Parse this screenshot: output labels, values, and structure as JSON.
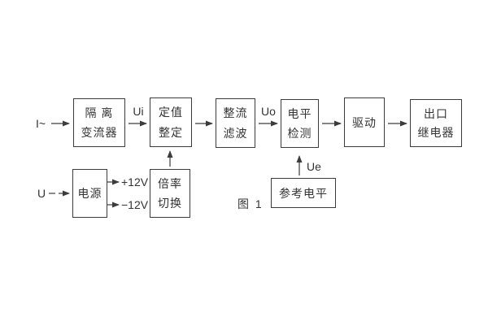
{
  "figure": {
    "caption": "图 1"
  },
  "inputs": {
    "current": "I~",
    "voltage": "U"
  },
  "signals": {
    "ui": "Ui",
    "uo": "Uo",
    "ue": "Ue",
    "plus12v": "+12V",
    "minus12v": "−12V"
  },
  "blocks": {
    "isolation_transformer": {
      "line1": "隔 离",
      "line2": "变流器"
    },
    "value_setting": {
      "line1": "定值",
      "line2": "整定"
    },
    "rectify_filter": {
      "line1": "整流",
      "line2": "滤波"
    },
    "level_detection": {
      "line1": "电平",
      "line2": "检测"
    },
    "drive": {
      "label": "驱动"
    },
    "output_relay": {
      "line1": "出口",
      "line2": "继电器"
    },
    "power_supply": {
      "label": "电源"
    },
    "ratio_switch": {
      "line1": "倍率",
      "line2": "切换"
    },
    "reference_level": {
      "label": "参考电平"
    }
  },
  "colors": {
    "line": "#3c3c3c",
    "background": "#ffffff"
  }
}
